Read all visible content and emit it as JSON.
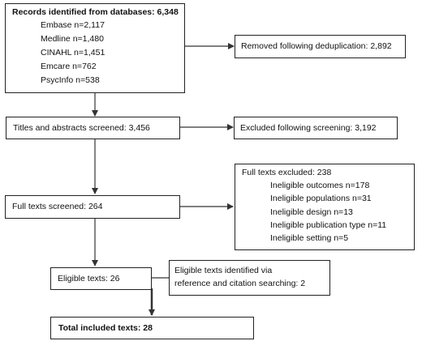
{
  "records": {
    "title": "Records identified from databases: 6,348",
    "items": [
      "Embase n=2,117",
      "Medline n=1,480",
      "CINAHL n=1,451",
      "Emcare n=762",
      "PsycInfo n=538"
    ]
  },
  "removed": {
    "text": "Removed following deduplication: 2,892"
  },
  "screened": {
    "text": "Titles and abstracts screened: 3,456"
  },
  "excluded_screening": {
    "text": "Excluded following screening: 3,192"
  },
  "fulltexts_excluded": {
    "title": "Full texts excluded: 238",
    "items": [
      "Ineligible outcomes n=178",
      "Ineligible populations n=31",
      "Ineligible design n=13",
      "Ineligible publication type n=11",
      "Ineligible setting n=5"
    ]
  },
  "fulltexts_screened": {
    "text": "Full texts screened: 264"
  },
  "eligible": {
    "text": "Eligible texts: 26"
  },
  "citation": {
    "line1": "Eligible texts identified via",
    "line2": "reference and citation searching: 2"
  },
  "total": {
    "text": "Total included texts: 28"
  },
  "colors": {
    "line": "#333333",
    "border": "#222222",
    "background": "#ffffff"
  }
}
